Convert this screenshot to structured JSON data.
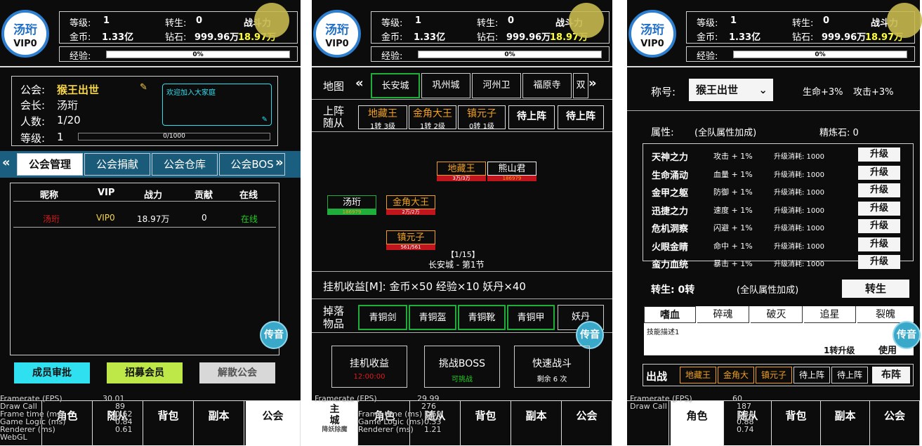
{
  "player": {
    "name": "汤珩",
    "vip": "VIP0",
    "level_label": "等级:",
    "level": "1",
    "rebirth_label": "转生:",
    "rebirth": "0",
    "power_label": "战斗力",
    "power": "18.97万",
    "gold_label": "金币:",
    "gold": "1.33亿",
    "diamond_label": "钻石:",
    "diamond": "999.96万",
    "exp_label": "经验:",
    "exp_pct": "0%"
  },
  "guild": {
    "name_label": "公会:",
    "name": "猴王出世",
    "leader_label": "会长:",
    "leader": "汤珩",
    "count_label": "人数:",
    "count": "1/20",
    "level_label": "等级:",
    "level": "1",
    "level_exp": "0/1000",
    "notice": "欢迎加入大家庭",
    "tabs": [
      "公会管理",
      "公会捐献",
      "公会仓库",
      "公会BOS"
    ],
    "columns": [
      "昵称",
      "VIP",
      "战力",
      "贡献",
      "在线"
    ],
    "members": [
      {
        "name": "汤珩",
        "vip": "VIP0",
        "power": "18.97万",
        "contrib": "0",
        "online": "在线"
      }
    ],
    "buttons": {
      "approve": "成员审批",
      "recruit": "招募会员",
      "disband": "解散公会"
    },
    "legend_icon": "传音"
  },
  "nav": [
    "主城",
    "角色",
    "随从",
    "背包",
    "副本",
    "公会"
  ],
  "nav_sub": "降妖除魔",
  "debug1": {
    "fps_label": "Framerate (FPS)",
    "fps": "30.01",
    "draw_label": "Draw Call",
    "draw": "89",
    "frame_label": "Frame time (ms)",
    "frame": "0.62",
    "logic_label": "Game Logic (ms)",
    "logic": "0.84",
    "render_label": "Renderer (ms)",
    "render": "0.61",
    "webgl": "WebGL"
  },
  "debug2": {
    "fps": "29.99",
    "draw": "276",
    "frame": "1.69",
    "logic": "0.33",
    "render": "1.21"
  },
  "debug3": {
    "fps": "60",
    "draw": "187",
    "frame": "1.34",
    "logic": "0.88",
    "render": "0.74"
  },
  "map": {
    "label": "地图",
    "cities": [
      "长安城",
      "巩州城",
      "河州卫",
      "福原寺",
      "双"
    ],
    "team_label": "上阵随从",
    "team": [
      {
        "name": "地藏王",
        "sub": "1转 3级"
      },
      {
        "name": "金角大王",
        "sub": "1转 2级"
      },
      {
        "name": "镇元子",
        "sub": "0转 1级"
      },
      {
        "name": "待上阵",
        "sub": ""
      },
      {
        "name": "待上阵",
        "sub": ""
      }
    ],
    "units": [
      {
        "name": "地藏王",
        "hp": "3万/3万"
      },
      {
        "name": "熊山君",
        "hp": "186979"
      },
      {
        "name": "汤珩",
        "hp": "186979"
      },
      {
        "name": "金角大王",
        "hp": "2万/2万"
      },
      {
        "name": "镇元子",
        "hp": "561/561"
      }
    ],
    "wave": "【1/15】",
    "stage": "长安城 - 第1节",
    "idle": "挂机收益[M]: 金币×50  经验×10  妖丹×40",
    "drop_label": "掉落物品",
    "drops": [
      "青铜剑",
      "青铜盔",
      "青铜靴",
      "青铜甲",
      "妖丹"
    ],
    "actions": [
      {
        "label": "挂机收益",
        "sub": "12:00:00"
      },
      {
        "label": "挑战BOSS",
        "sub": "可挑战"
      },
      {
        "label": "快速战斗",
        "sub": "剩余 6 次"
      }
    ]
  },
  "role": {
    "title_label": "称号:",
    "title": "猴王出世",
    "hp_bonus": "生命+3%",
    "atk_bonus": "攻击+3%",
    "attr_label": "属性:",
    "attr_note": "(全队属性加成)",
    "refine": "精炼石: 0",
    "attrs": [
      {
        "name": "天神之力",
        "eff": "攻击 + 1%",
        "cost": "升级消耗: 1000"
      },
      {
        "name": "生命涌动",
        "eff": "血量 + 1%",
        "cost": "升级消耗: 1000"
      },
      {
        "name": "金甲之躯",
        "eff": "防御 + 1%",
        "cost": "升级消耗: 1000"
      },
      {
        "name": "迅捷之力",
        "eff": "速度 + 1%",
        "cost": "升级消耗: 1000"
      },
      {
        "name": "危机洞察",
        "eff": "闪避 + 1%",
        "cost": "升级消耗: 1000"
      },
      {
        "name": "火眼金睛",
        "eff": "命中 + 1%",
        "cost": "升级消耗: 1000"
      },
      {
        "name": "蛮力血统",
        "eff": "暴击 + 1%",
        "cost": "升级消耗: 1000"
      }
    ],
    "upgrade": "升级",
    "rebirth_label": "转生: 0转",
    "rebirth_note": "(全队属性加成)",
    "rebirth_btn": "转生",
    "skills": [
      "嗜血",
      "碎魂",
      "破灭",
      "追星",
      "裂魄"
    ],
    "skill_desc": "技能描述1",
    "skill_req": "1转升级",
    "use": "使用",
    "fight_label": "出战",
    "fight": [
      "地藏王",
      "金角大",
      "镇元子",
      "待上阵",
      "待上阵"
    ],
    "fight_btn": "布阵"
  },
  "colors": {
    "accent": "#ffff33",
    "online": "#22cc22",
    "red": "#e01c1c",
    "cyan": "#2ee0f0"
  }
}
